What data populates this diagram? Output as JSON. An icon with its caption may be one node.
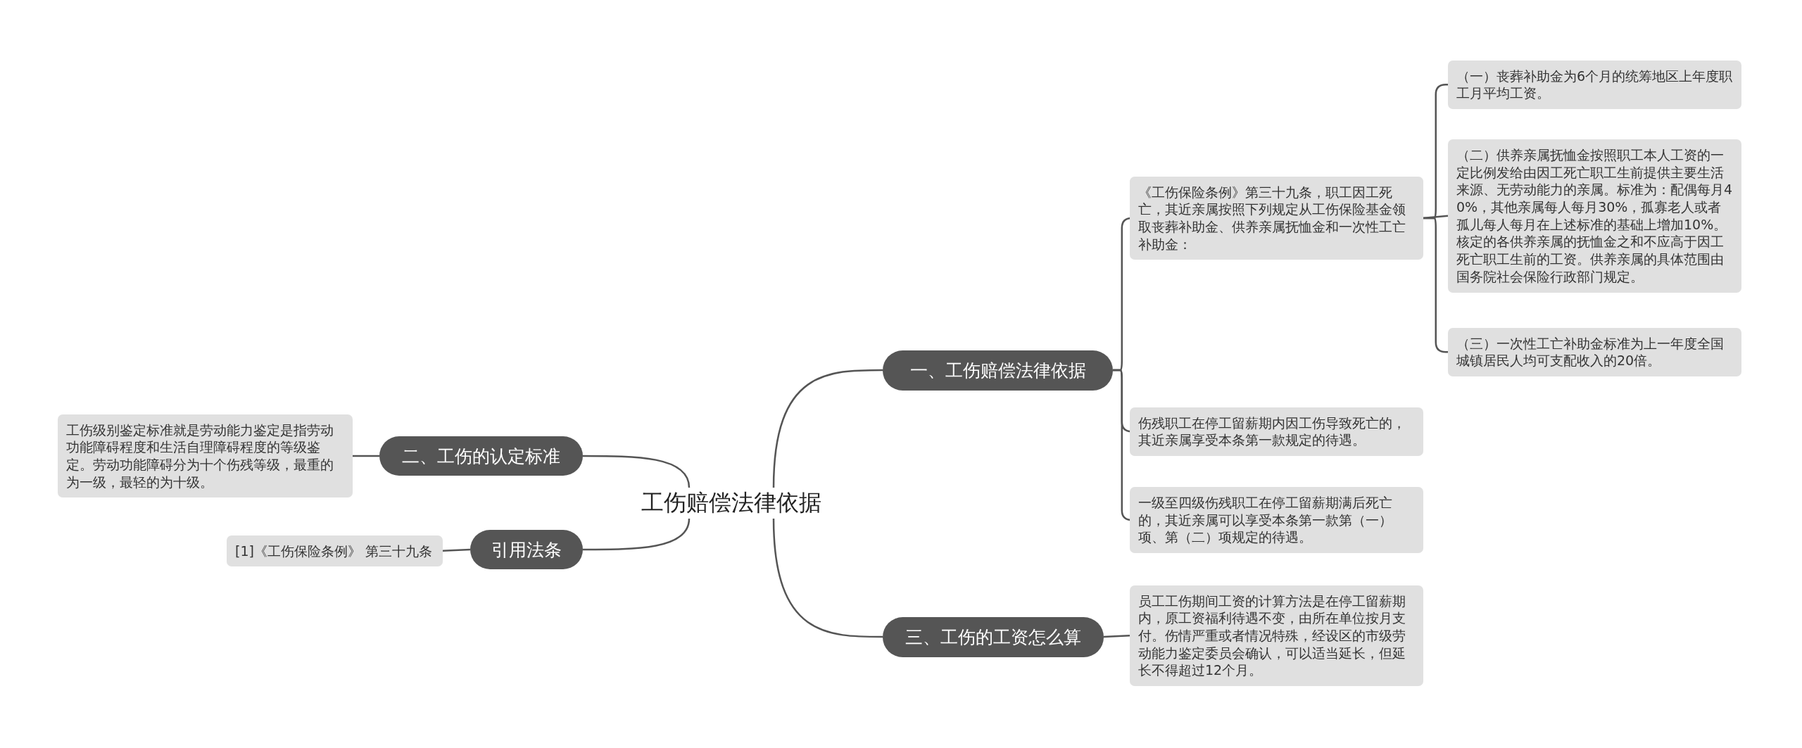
{
  "diagram": {
    "nodes": [
      {
        "text": [
          "工伤赔偿法律依据"
        ]
      },
      {
        "text": [
          "一、工伤赔偿法律依据"
        ]
      },
      {
        "text": [
          "《工伤保险条例》第三十九条，职工因工死亡，其近亲属按照下列规定从工伤保险基金领取丧葬补助金、供养亲属抚恤金和一次性工亡补助金："
        ]
      },
      {
        "text": [
          "（一）丧葬补助金为6个月的统筹地区上年度职工月平均工资。"
        ]
      },
      {
        "text": [
          "（二）供养亲属抚恤金按照职工本人工资的一定比例发给由因工死亡职工生前提供主要生活来源、无劳动能力的亲属。标准为：配偶每月40%，其他亲属每人每月30%，孤寡老人或者孤儿每人每月在上述标准的基础上增加10%。核定的各供养亲属的抚恤金之和不应高于因工死亡职工生前的工资。供养亲属的具体范围由国务院社会保险行政部门规定。"
        ]
      },
      {
        "text": [
          "（三）一次性工亡补助金标准为上一年度全国城镇居民人均可支配收入的20倍。"
        ]
      },
      {
        "text": [
          "伤残职工在停工留薪期内因工伤导致死亡的，其近亲属享受本条第一款规定的待遇。"
        ]
      },
      {
        "text": [
          "一级至四级伤残职工在停工留薪期满后死亡的，其近亲属可以享受本条第一款第（一）项、第（二）项规定的待遇。"
        ]
      },
      {
        "text": [
          "三、工伤的工资怎么算"
        ]
      },
      {
        "text": [
          "员工工伤期间工资的计算方法是在停工留薪期内，原工资福利待遇不变，由所在单位按月支付。伤情严重或者情况特殊，经设区的市级劳动能力鉴定委员会确认，可以适当延长，但延长不得超过12个月。"
        ]
      },
      {
        "text": [
          "二、工伤的认定标准"
        ]
      },
      {
        "text": [
          "工伤级别鉴定标准就是劳动能力鉴定是指劳动功能障碍程度和生活自理障碍程度的等级鉴定。劳动功能障碍分为十个伤残等级，最重的为一级，最轻的为十级。"
        ]
      },
      {
        "text": [
          "引用法条"
        ]
      },
      {
        "text": [
          "[1]《工伤保险条例》 第三十九条"
        ]
      }
    ],
    "edges": [
      {
        "from": 0,
        "to": 1,
        "arrow": "none"
      },
      {
        "from": 1,
        "to": 2,
        "arrow": "none"
      },
      {
        "from": 2,
        "to": 3,
        "arrow": "none"
      },
      {
        "from": 2,
        "to": 4,
        "arrow": "none"
      },
      {
        "from": 2,
        "to": 5,
        "arrow": "none"
      },
      {
        "from": 1,
        "to": 6,
        "arrow": "none"
      },
      {
        "from": 1,
        "to": 7,
        "arrow": "none"
      },
      {
        "from": 0,
        "to": 8,
        "arrow": "none"
      },
      {
        "from": 8,
        "to": 9,
        "arrow": "none"
      },
      {
        "from": 0,
        "to": 10,
        "arrow": "none"
      },
      {
        "from": 10,
        "to": 11,
        "arrow": "none"
      },
      {
        "from": 0,
        "to": 12,
        "arrow": "none"
      },
      {
        "from": 12,
        "to": 13,
        "arrow": "none"
      }
    ]
  }
}
